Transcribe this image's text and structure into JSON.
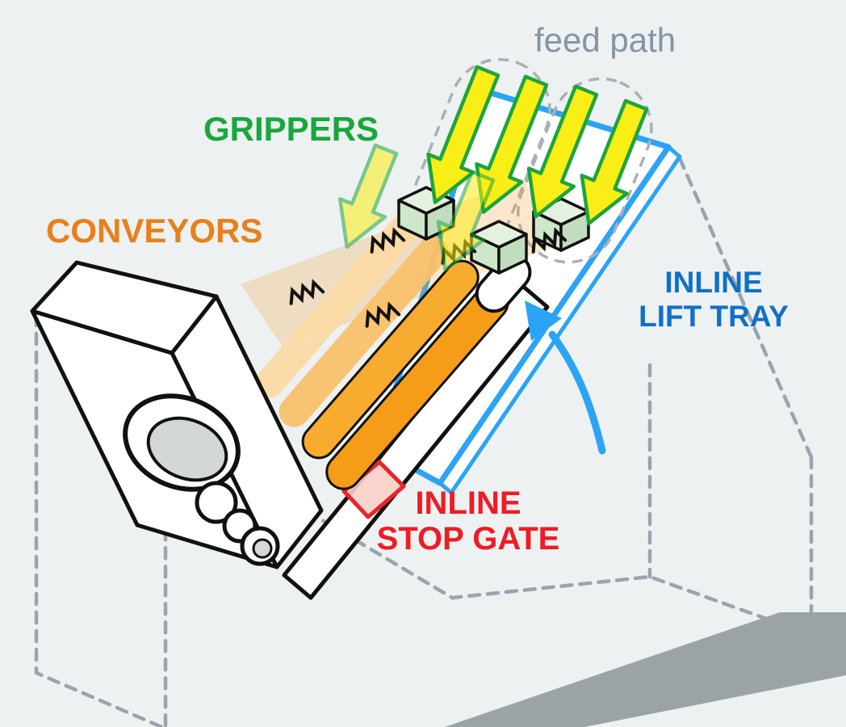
{
  "labels": {
    "feed_path": "feed path",
    "grippers": "GRIPPERS",
    "conveyors": "CONVEYORS",
    "lift_tray_line1": "INLINE",
    "lift_tray_line2": "LIFT TRAY",
    "stop_gate_line1": "INLINE",
    "stop_gate_line2": "STOP GATE"
  },
  "colors": {
    "background": "#edf1f1",
    "feed_path_text": "#8494a5",
    "grippers_text": "#18a73d",
    "conveyors_text": "#e8801b",
    "lift_tray_text": "#1070c8",
    "stop_gate_text": "#ee1c25",
    "arrow_fill": "#f9ee15",
    "arrow_outline": "#1ea43c",
    "tray_outline": "#2ba4f5",
    "conveyor_fill": "#f59d18",
    "gripper_fill": "#e4f1de",
    "stop_gate_outline": "#e8252a",
    "wireframe": "#9aa4ad",
    "floor": "#9aa3a6"
  }
}
